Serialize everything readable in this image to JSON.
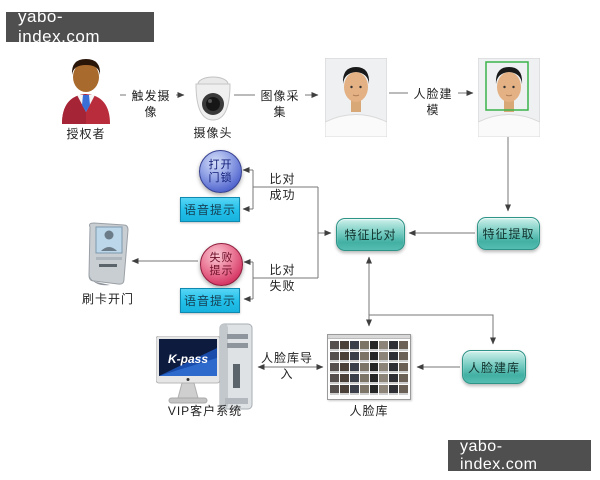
{
  "watermarks": {
    "top_left": "yabo-index.com",
    "bottom_right": "yabo-index.com"
  },
  "nodes": {
    "authorizer": {
      "label": "授权者"
    },
    "camera": {
      "label": "摄像头"
    },
    "feature_extract": {
      "label": "特征提取"
    },
    "feature_compare": {
      "label": "特征比对"
    },
    "open_lock": {
      "label": "打开门锁"
    },
    "voice_prompt_success": {
      "label": "语音提示"
    },
    "fail_prompt": {
      "label": "失败提示"
    },
    "voice_prompt_fail": {
      "label": "语音提示"
    },
    "card_reader": {
      "label": "刷卡开门"
    },
    "vip_system": {
      "label": "VIP客户系统",
      "screen_logo": "K-pass"
    },
    "face_library": {
      "label": "人脸库",
      "rows": 5,
      "cols": 8
    },
    "build_library": {
      "label": "人脸建库"
    }
  },
  "edges": {
    "trigger_camera": "触发摄像",
    "image_capture": "图像采集",
    "face_modeling": "人脸建模",
    "compare_success": "比对成功",
    "compare_fail": "比对失败",
    "library_import": "人脸库导入"
  },
  "colors": {
    "process_box_teal": "#4ab5aa",
    "voice_box_cyan": "#2cc5ee",
    "success_sphere_blue": "#5a6fd6",
    "fail_sphere_red": "#d6436b",
    "face_detect_green": "#3cb34a",
    "watermark_bg": "#4f4f4f",
    "connector_line": "#777777"
  }
}
